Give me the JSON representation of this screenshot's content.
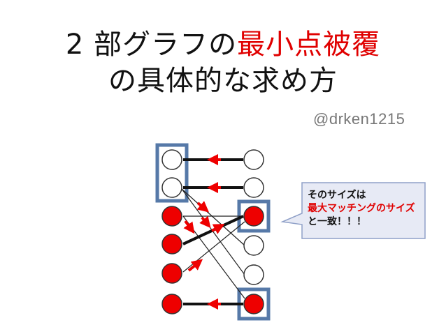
{
  "title": {
    "line1_prefix": "2 部グラフの",
    "line1_highlight": "最小点被覆",
    "line2": "の具体的な求め方"
  },
  "author": "@drken1215",
  "callout": {
    "line1": "そのサイズは",
    "line2": "最大マッチングのサイズ",
    "line3": "と一致！！！"
  },
  "colors": {
    "title_highlight": "#e00000",
    "vertex_red": "#ee0000",
    "cover_box": "#5679a8",
    "callout_bg": "#e7eaf5",
    "callout_border": "#8fa0c8"
  },
  "graph": {
    "left_vertices": [
      "white",
      "white",
      "red",
      "red",
      "red",
      "red"
    ],
    "right_vertices": [
      "white",
      "white",
      "red",
      "white",
      "white",
      "red"
    ],
    "matching_edges": [
      [
        0,
        0
      ],
      [
        1,
        1
      ],
      [
        3,
        2
      ],
      [
        5,
        5
      ]
    ],
    "other_edges": [
      [
        1,
        3
      ],
      [
        1,
        4
      ],
      [
        2,
        2
      ],
      [
        2,
        5
      ],
      [
        4,
        2
      ]
    ],
    "cover_boxes": [
      "left-0-1",
      "right-2",
      "right-5"
    ]
  }
}
